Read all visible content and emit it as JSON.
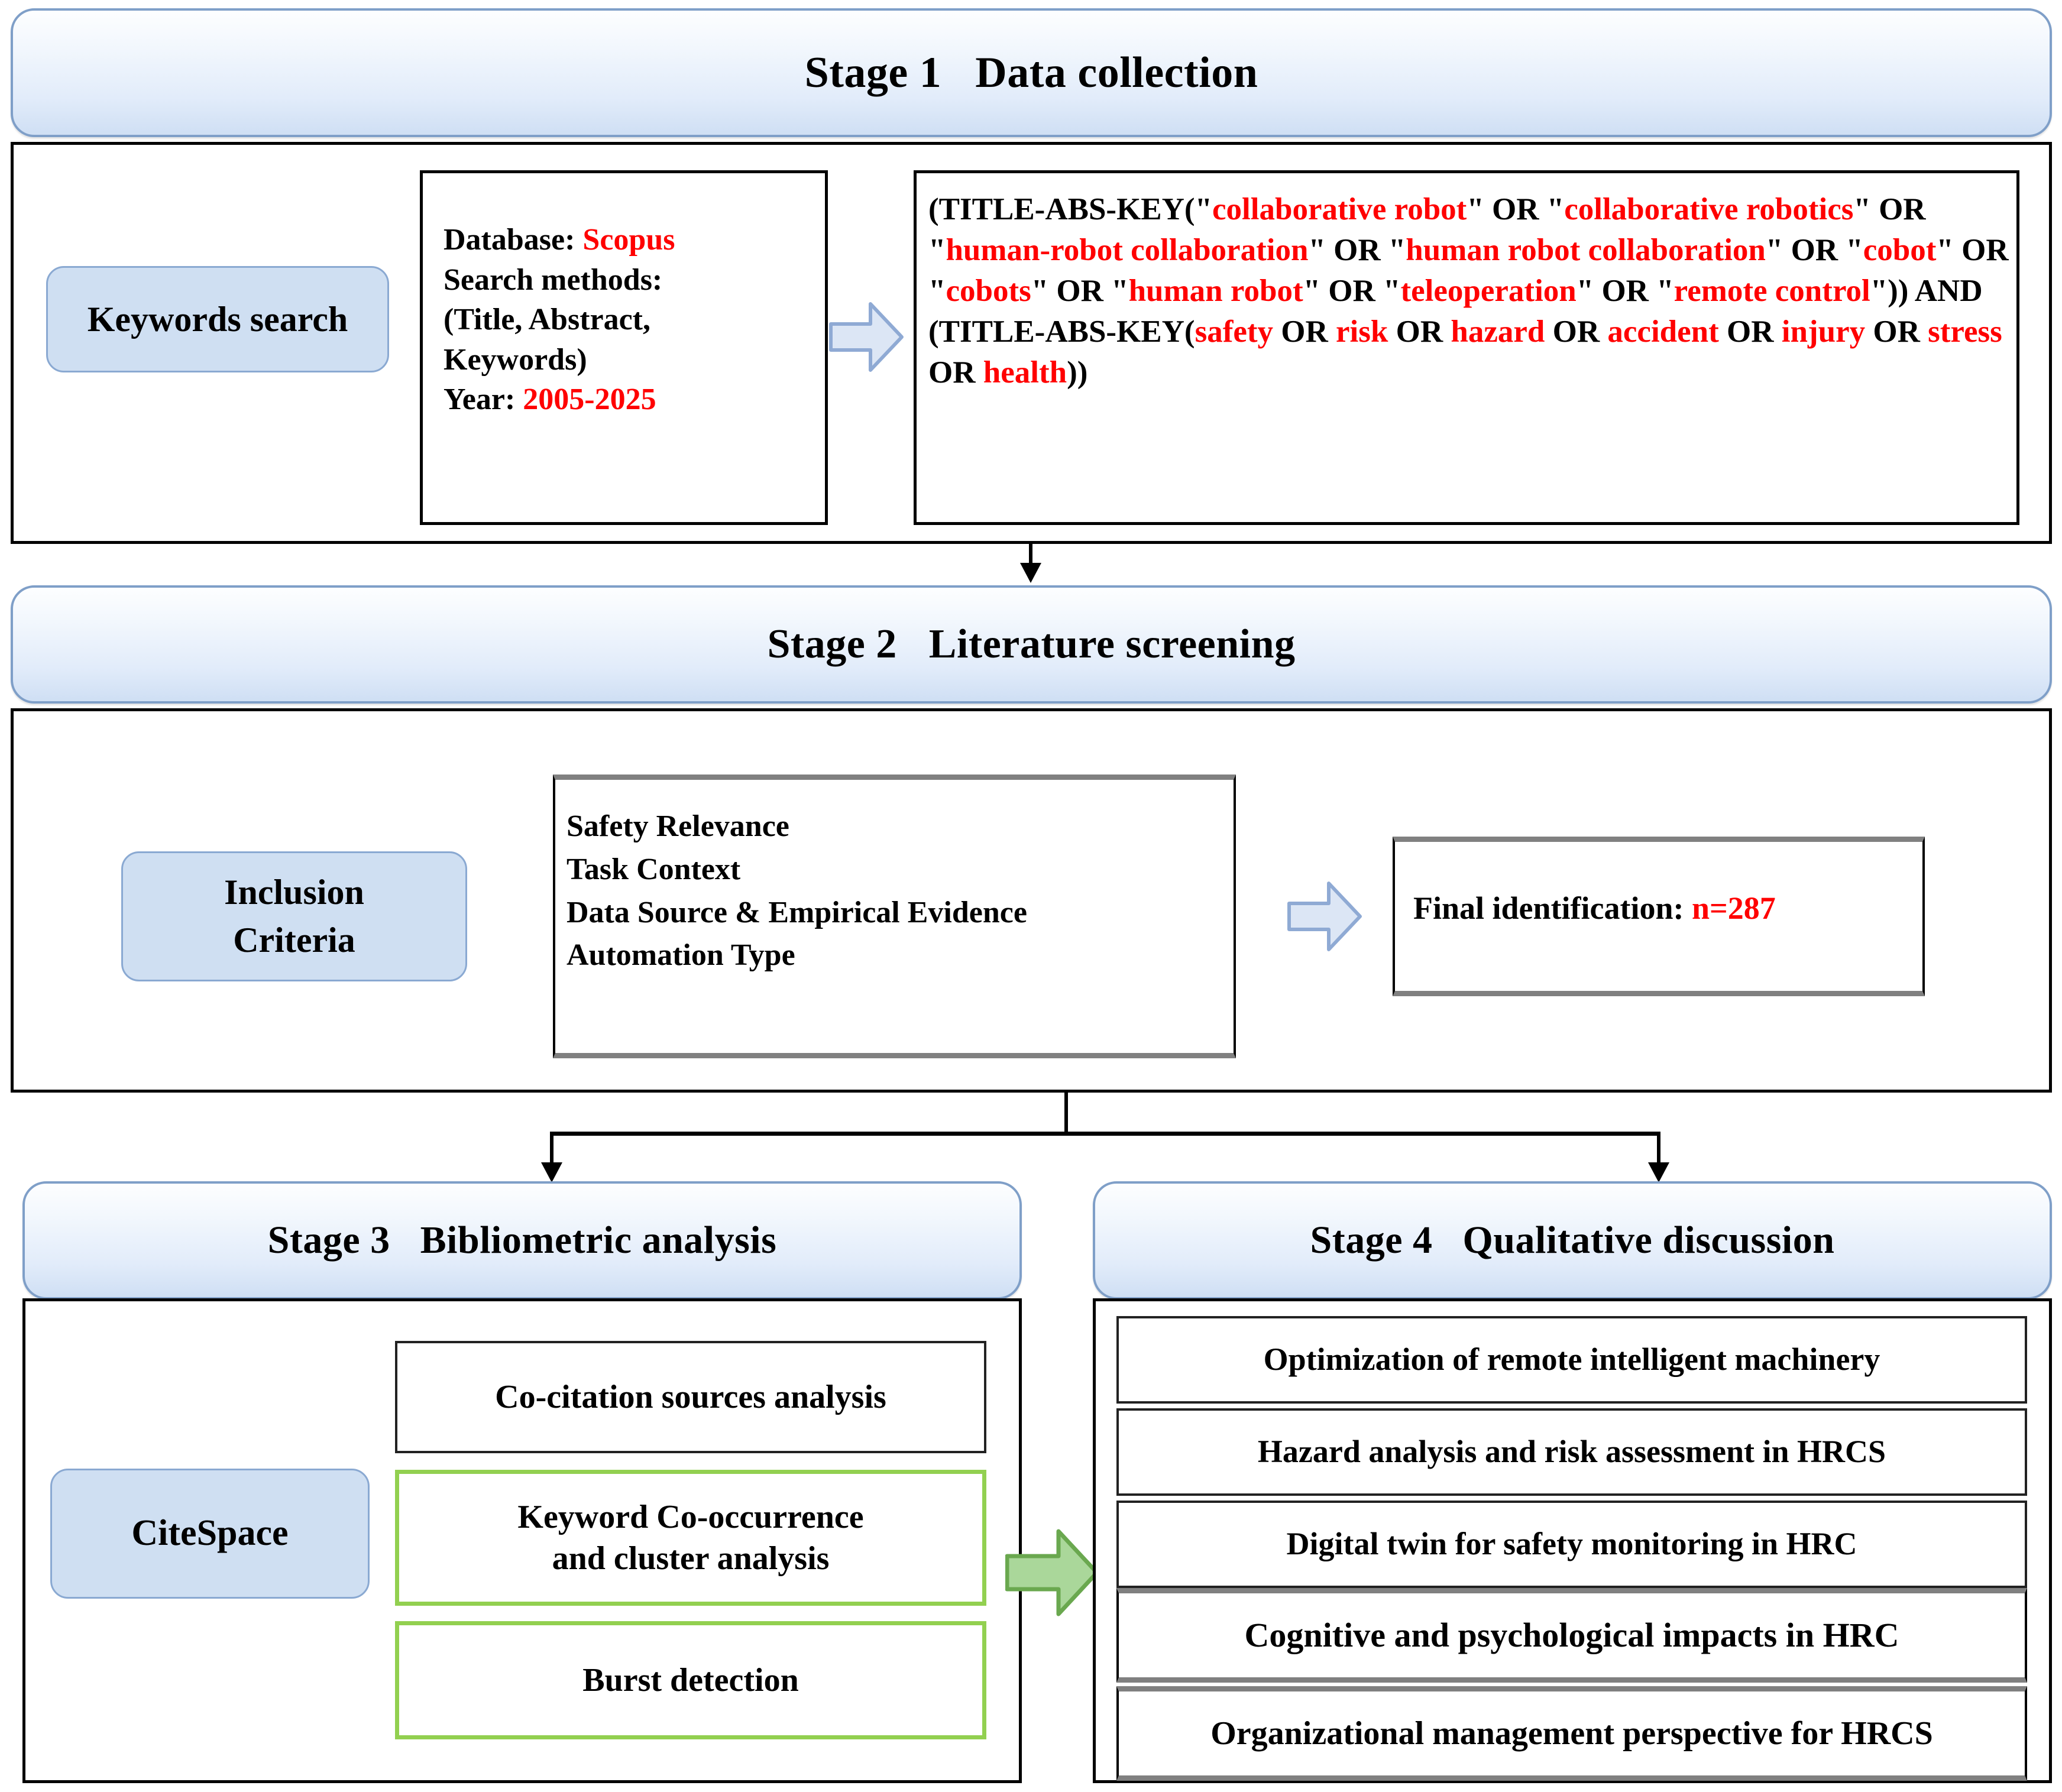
{
  "figure": {
    "type": "flowchart",
    "title": "Four-stage bibliometric review methodology"
  },
  "stage1": {
    "banner": "Stage 1   Data collection",
    "pill": "Keywords search",
    "params": {
      "database_label": "Database: ",
      "database_value": "Scopus",
      "search_methods_label": "Search methods:",
      "search_scope": "(Title, Abstract,",
      "search_scope2": "Keywords)",
      "year_label": "Year: ",
      "year_value": "2005-2025"
    },
    "arrow_icon": "block-arrow-right-blue",
    "query": {
      "segments": [
        {
          "text": "(TITLE-ABS-KEY(\"",
          "color": "black"
        },
        {
          "text": "collaborative robot",
          "color": "red"
        },
        {
          "text": "\" OR \"",
          "color": "black"
        },
        {
          "text": "collaborative robotics",
          "color": "red"
        },
        {
          "text": "\" OR \"",
          "color": "black"
        },
        {
          "text": "human-robot collaboration",
          "color": "red"
        },
        {
          "text": "\" OR \"",
          "color": "black"
        },
        {
          "text": "human robot collaboration",
          "color": "red"
        },
        {
          "text": "\" OR \"",
          "color": "black"
        },
        {
          "text": "cobot",
          "color": "red"
        },
        {
          "text": "\" OR \"",
          "color": "black"
        },
        {
          "text": "cobots",
          "color": "red"
        },
        {
          "text": "\" OR \"",
          "color": "black"
        },
        {
          "text": "human robot",
          "color": "red"
        },
        {
          "text": "\" OR \"",
          "color": "black"
        },
        {
          "text": "teleoperation",
          "color": "red"
        },
        {
          "text": "\" OR \"",
          "color": "black"
        },
        {
          "text": "remote control",
          "color": "red"
        },
        {
          "text": "\")) AND (TITLE-ABS-KEY(",
          "color": "black"
        },
        {
          "text": "safety",
          "color": "red"
        },
        {
          "text": " OR ",
          "color": "black"
        },
        {
          "text": "risk",
          "color": "red"
        },
        {
          "text": " OR ",
          "color": "black"
        },
        {
          "text": "hazard",
          "color": "red"
        },
        {
          "text": " OR ",
          "color": "black"
        },
        {
          "text": "accident",
          "color": "red"
        },
        {
          "text": " OR ",
          "color": "black"
        },
        {
          "text": "injury",
          "color": "red"
        },
        {
          "text": " OR ",
          "color": "black"
        },
        {
          "text": "stress",
          "color": "red"
        },
        {
          "text": " OR ",
          "color": "black"
        },
        {
          "text": "health",
          "color": "red"
        },
        {
          "text": "))",
          "color": "black"
        }
      ]
    }
  },
  "stage2": {
    "banner": "Stage 2   Literature screening",
    "pill_line1": "Inclusion",
    "pill_line2": "Criteria",
    "criteria": [
      "Safety Relevance",
      "Task Context",
      "Data Source  & Empirical Evidence",
      "Automation Type"
    ],
    "arrow_icon": "block-arrow-right-blue",
    "result": {
      "label": "Final identification: ",
      "value": "n=287"
    }
  },
  "stage3": {
    "banner": "Stage 3   Bibliometric analysis",
    "pill": "CiteSpace",
    "items": [
      {
        "label": "Co-citation sources analysis",
        "style": "black"
      },
      {
        "label_line1": "Keyword Co-occurrence",
        "label_line2": "and cluster analysis",
        "style": "green"
      },
      {
        "label": "Burst detection",
        "style": "green"
      }
    ],
    "arrow_icon": "block-arrow-right-green"
  },
  "stage4": {
    "banner": "Stage 4   Qualitative discussion",
    "items": [
      {
        "label": "Optimization of remote intelligent machinery",
        "style": "thin-black"
      },
      {
        "label": "Hazard analysis and risk assessment in HRCS",
        "style": "thin-black"
      },
      {
        "label": "Digital twin for safety monitoring in HRC",
        "style": "thin-black"
      },
      {
        "label": "Cognitive and psychological impacts in HRC",
        "style": "gray-rule"
      },
      {
        "label": "Organizational management perspective for HRCS",
        "style": "gray-rule"
      }
    ]
  },
  "colors": {
    "banner_border": "#7f9fc8",
    "pill_fill": "#cfdff2",
    "pill_border": "#8aa9d2",
    "highlight_red": "#ff0000",
    "green_border": "#92d050",
    "green_arrow_fill": "#aad79a",
    "green_arrow_border": "#6aa84f",
    "blue_arrow_fill": "#dce6f5",
    "blue_arrow_border": "#8faad4",
    "gray_rule": "#808080"
  }
}
